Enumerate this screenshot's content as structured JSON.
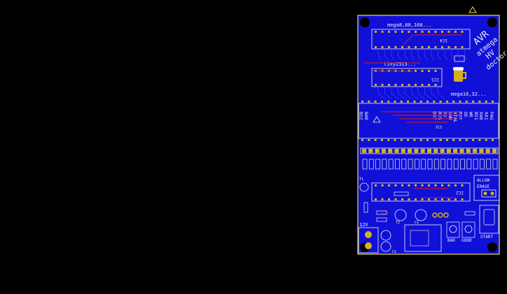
{
  "board": {
    "title_lines": [
      "AVR",
      "atmega",
      "HV",
      "doctor"
    ],
    "colors": {
      "background": "#000000",
      "copper": "#1010d8",
      "outline": "#f0e040",
      "silk": "#f0f0f0",
      "red_trace": "#e01818",
      "pad": "#d4b020",
      "hole": "#000000"
    },
    "labels": {
      "mega8": "mega8,88,168...",
      "ic4": "IC4",
      "tiny": "tiny2313...",
      "ic5": "IC5",
      "mega16": "mega16,32...",
      "ic2": "IC2",
      "ic3": "IC3",
      "allow_erase_1": "ALLOW",
      "allow_erase_2": "ERASE",
      "start": "START",
      "v12": "12V",
      "bad": "BAD",
      "good": "GOOD",
      "c1": "C1",
      "c2": "C2",
      "t1": "T1",
      "t2": "T2"
    },
    "signal_labels_col1": [
      "PAG",
      "XA1",
      "XA0",
      "BS1",
      "WR",
      "OE",
      "RDY",
      "XTAL",
      "GND",
      "5V",
      "RES",
      "DA7"
    ],
    "signal_labels_col2": [
      "BA0",
      "BS2"
    ]
  }
}
